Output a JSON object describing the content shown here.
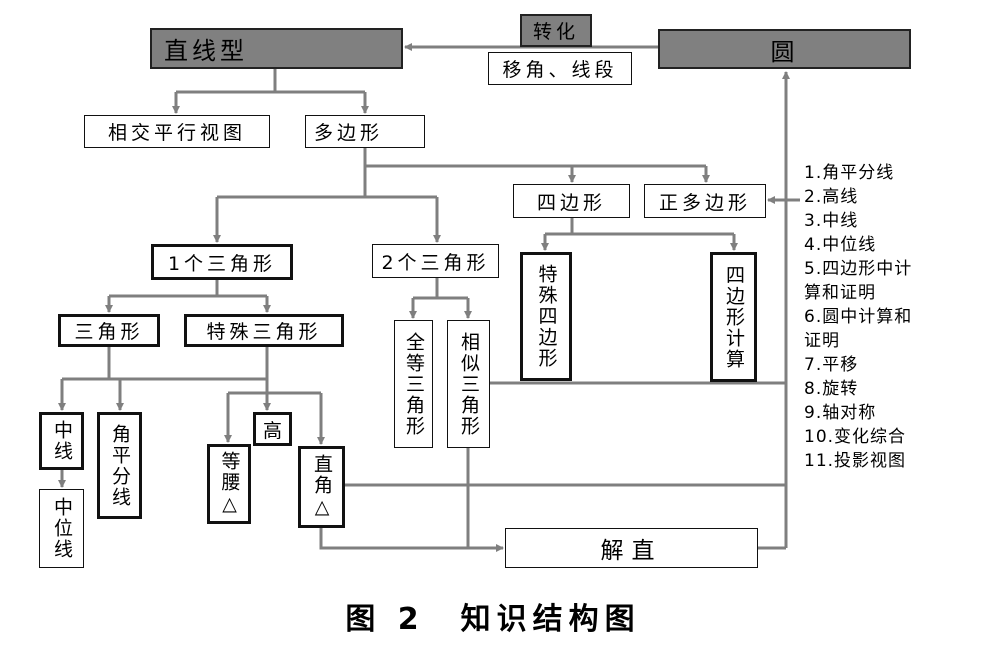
{
  "nodes": {
    "straight_type": "直线型",
    "circle": "圆",
    "transform": "转化",
    "move_angle_segment": "移角、线段",
    "intersect_parallel_view": "相交平行视图",
    "polygon": "多边形",
    "quadrilateral": "四边形",
    "regular_polygon": "正多边形",
    "one_triangle": "1个三角形",
    "two_triangles": "2个三角形",
    "special_quadrilateral": "特殊四边形",
    "quadrilateral_calc": "四边形计算",
    "triangle": "三角形",
    "special_triangle": "特殊三角形",
    "congruent_triangle": "全等三角形",
    "similar_triangle": "相似三角形",
    "median": "中线",
    "angle_bisector": "角平分线",
    "altitude": "高",
    "isosceles": "等腰△",
    "right_triangle": "直角△",
    "midline": "中位线",
    "solve_right": "解直"
  },
  "side_list": [
    "1.角平分线",
    "2.高线",
    "3.中线",
    "4.中位线",
    "5.四边形中计",
    "算和证明",
    "6.圆中计算和",
    "证明",
    "7.平移",
    "8.旋转",
    "9.轴对称",
    "10.变化综合",
    "11.投影视图"
  ],
  "caption": "图 2　知识结构图",
  "colors": {
    "connector": "#7f7f7f",
    "header_fill": "#808080"
  }
}
